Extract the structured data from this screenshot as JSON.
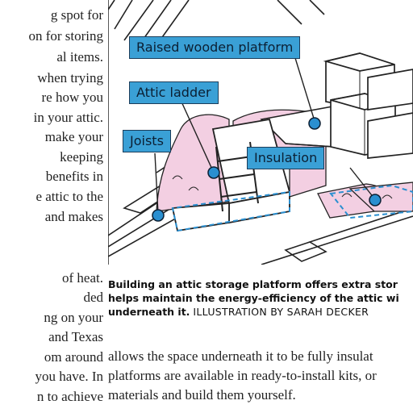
{
  "left_column": {
    "lines": [
      "g spot for",
      "on for storing",
      "al items.",
      "when trying",
      "re how you",
      "in your attic.",
      "make your",
      "keeping",
      "benefits in",
      "e attic to the",
      "and makes",
      "",
      "",
      "of heat.",
      "ded",
      "ng on your",
      "and Texas",
      "om around",
      "you have. In",
      "n to achieve"
    ]
  },
  "illustration": {
    "labels": {
      "platform": "Raised wooden platform",
      "ladder": "Attic ladder",
      "joists": "Joists",
      "insulation": "Insulation"
    },
    "colors": {
      "label_bg": "#3aa0d6",
      "insulation": "#f3cfe2",
      "marker": "#2a8fd0"
    }
  },
  "caption": {
    "bold_lines": [
      "Building an attic storage platform offers extra stor",
      "helps maintain the energy-efficiency of the attic wi",
      "underneath it."
    ],
    "credit": "ILLUSTRATION BY SARAH DECKER"
  },
  "body_right": {
    "lines": [
      "allows the space underneath it to be fully insulat",
      "platforms are available in ready-to-install kits, or",
      "materials and build them yourself."
    ]
  }
}
